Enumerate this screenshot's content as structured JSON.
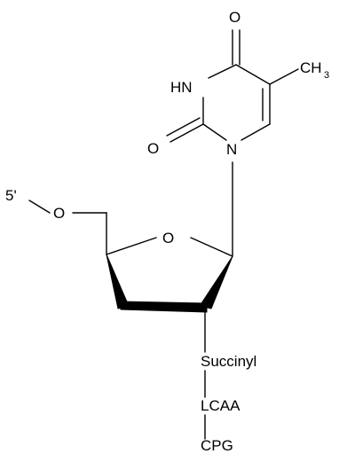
{
  "structure": {
    "name": "",
    "atoms": {
      "o_top": "O",
      "nh": "HN",
      "o_left": "O",
      "n1": "N",
      "ch3_main": "CH",
      "ch3_sub": "3",
      "five_prime": "5'",
      "o_5": "O",
      "o_ring": "O",
      "succinyl": "Succinyl",
      "lcaa": "LCAA",
      "cpg": "CPG"
    }
  }
}
